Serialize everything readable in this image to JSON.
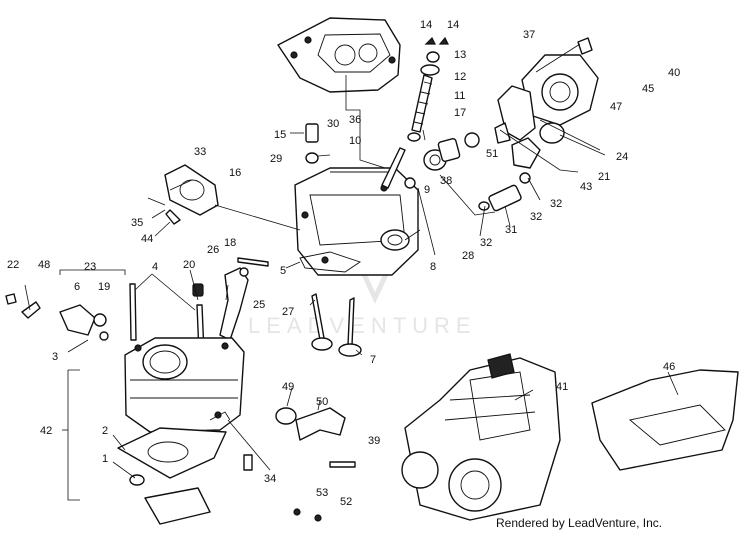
{
  "callouts": [
    {
      "label": "14"
    },
    {
      "label": "14"
    },
    {
      "label": "13"
    },
    {
      "label": "12"
    },
    {
      "label": "11"
    },
    {
      "label": "17"
    },
    {
      "label": "37"
    },
    {
      "label": "40"
    },
    {
      "label": "45"
    },
    {
      "label": "47"
    },
    {
      "label": "30"
    },
    {
      "label": "36"
    },
    {
      "label": "10"
    },
    {
      "label": "15"
    },
    {
      "label": "29"
    },
    {
      "label": "33"
    },
    {
      "label": "16"
    },
    {
      "label": "35"
    },
    {
      "label": "44"
    },
    {
      "label": "51"
    },
    {
      "label": "24"
    },
    {
      "label": "21"
    },
    {
      "label": "43"
    },
    {
      "label": "38"
    },
    {
      "label": "9"
    },
    {
      "label": "32"
    },
    {
      "label": "32"
    },
    {
      "label": "31"
    },
    {
      "label": "32"
    },
    {
      "label": "28"
    },
    {
      "label": "8"
    },
    {
      "label": "18"
    },
    {
      "label": "26"
    },
    {
      "label": "5"
    },
    {
      "label": "22"
    },
    {
      "label": "48"
    },
    {
      "label": "23"
    },
    {
      "label": "4"
    },
    {
      "label": "20"
    },
    {
      "label": "6"
    },
    {
      "label": "19"
    },
    {
      "label": "25"
    },
    {
      "label": "27"
    },
    {
      "label": "7"
    },
    {
      "label": "3"
    },
    {
      "label": "42"
    },
    {
      "label": "2"
    },
    {
      "label": "1"
    },
    {
      "label": "49"
    },
    {
      "label": "50"
    },
    {
      "label": "39"
    },
    {
      "label": "34"
    },
    {
      "label": "53"
    },
    {
      "label": "52"
    },
    {
      "label": "41"
    },
    {
      "label": "46"
    }
  ],
  "credit": "Rendered by LeadVenture, Inc.",
  "watermark": "LEADVENTURE"
}
